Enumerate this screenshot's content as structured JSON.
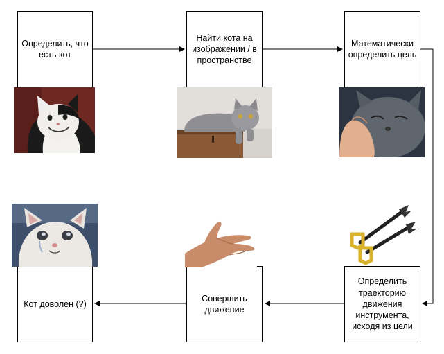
{
  "nodes": {
    "define_cat": "Определить, что есть кот",
    "find_cat": "Найти кота на изображении / в пространстве",
    "compute_target": "Математически определить цель",
    "trajectory": "Определить траекторию движения инструмента, исходя из цели",
    "move": "Совершить движение",
    "cat_happy": "Кот доволен (?)"
  }
}
